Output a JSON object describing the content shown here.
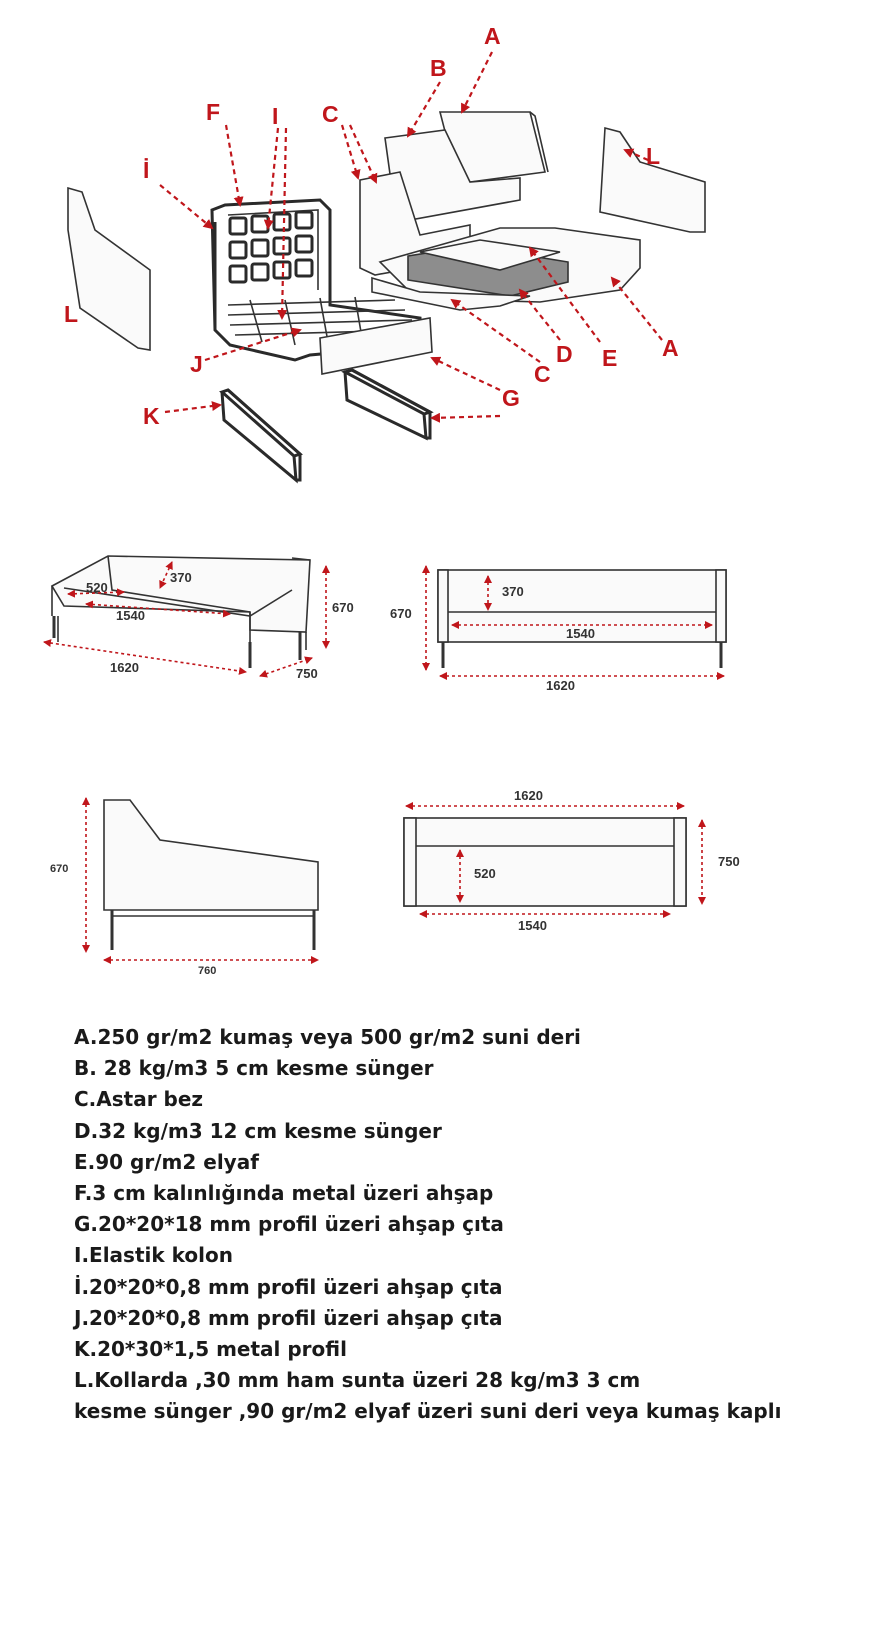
{
  "callouts": {
    "A_top": "A",
    "B": "B",
    "C_top": "C",
    "F": "F",
    "I": "I",
    "I_dot": "İ",
    "L_right": "L",
    "L_left": "L",
    "J": "J",
    "D": "D",
    "E": "E",
    "A_bottom": "A",
    "C_bottom": "C",
    "G": "G",
    "K": "K"
  },
  "dimensions": {
    "persp": {
      "d370": "370",
      "d520": "520",
      "d1540": "1540",
      "d1620": "1620",
      "d670": "670",
      "d750": "750"
    },
    "front": {
      "d370": "370",
      "d670": "670",
      "d1540": "1540",
      "d1620": "1620"
    },
    "side": {
      "d670": "670",
      "d760": "760"
    },
    "top": {
      "d1620": "1620",
      "d520": "520",
      "d750": "750",
      "d1540": "1540"
    }
  },
  "legend": [
    "A.250 gr/m2 kumaş veya 500 gr/m2 suni deri",
    "B. 28 kg/m3 5 cm kesme sünger",
    "C.Astar bez",
    "D.32 kg/m3 12 cm kesme sünger",
    "E.90 gr/m2 elyaf",
    "F.3 cm kalınlığında metal üzeri ahşap",
    "G.20*20*18 mm profil üzeri ahşap çıta",
    "I.Elastik kolon",
    "İ.20*20*0,8 mm  profil üzeri ahşap çıta",
    "J.20*20*0,8 mm  profil üzeri ahşap çıta",
    "K.20*30*1,5 metal profil",
    "L.Kollarda ,30 mm ham sunta üzeri 28 kg/m3 3 cm",
    "kesme sünger ,90 gr/m2 elyaf üzeri suni deri veya kumaş kaplı"
  ]
}
